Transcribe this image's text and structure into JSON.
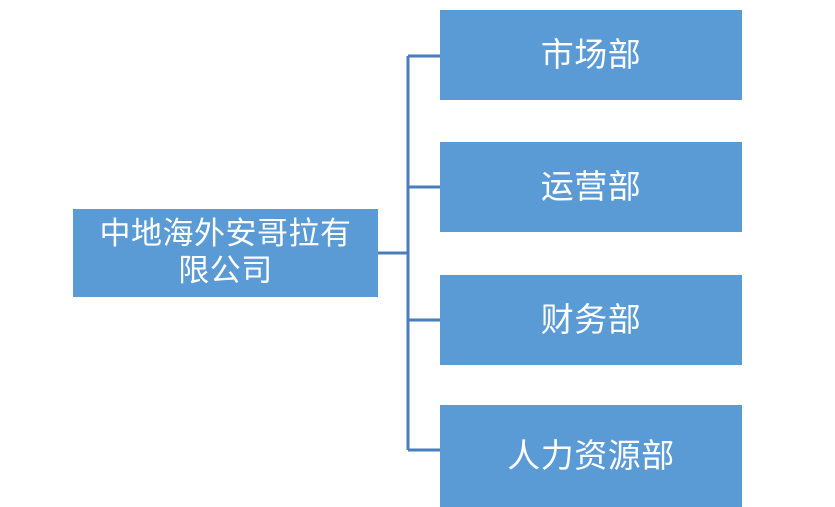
{
  "chart_data": {
    "type": "diagram",
    "diagram_type": "organization-chart",
    "orientation": "horizontal-left-to-right",
    "title": "",
    "colors": {
      "node_fill": "#5B9BD5",
      "node_text": "#FFFFFF",
      "connector_line": "#4A7EBB",
      "background": "#FFFFFF"
    },
    "root": {
      "id": "root",
      "label": "中地海外安哥拉有限公司",
      "label_lines": "中地海外安哥拉有\n限公司"
    },
    "children": [
      {
        "id": "child-0",
        "label": "市场部"
      },
      {
        "id": "child-1",
        "label": "运营部"
      },
      {
        "id": "child-2",
        "label": "财务部"
      },
      {
        "id": "child-3",
        "label": "人力资源部"
      }
    ],
    "node_count": 5,
    "levels": 2,
    "connector_style": "elbow"
  },
  "chart": {
    "root": {
      "label": "中地海外安哥拉有限公司",
      "label_lines": "中地海外安哥拉有\n限公司"
    },
    "children": [
      {
        "label": "市场部"
      },
      {
        "label": "运营部"
      },
      {
        "label": "财务部"
      },
      {
        "label": "人力资源部"
      }
    ]
  }
}
